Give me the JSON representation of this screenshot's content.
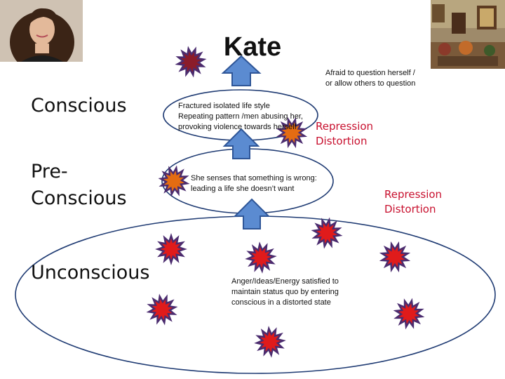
{
  "title": "Kate",
  "levels": {
    "conscious": "Conscious",
    "preconscious_line1": "Pre-",
    "preconscious_line2": "Conscious",
    "unconscious": "Unconscious"
  },
  "notes": {
    "top_right_line1": "Afraid to question herself /",
    "top_right_line2": "or allow others to question",
    "conscious_line1": "Fractured isolated life style",
    "conscious_line2": "Repeating pattern /men abusing her,",
    "conscious_line3": "provoking violence towards herself",
    "preconscious_line1": "She senses that something is wrong:",
    "preconscious_line2": "leading a life she doesn’t want",
    "unconscious_line1": "Anger/Ideas/Energy satisfied to",
    "unconscious_line2": "maintain status quo by entering",
    "unconscious_line3": "conscious in a distorted state"
  },
  "labels": {
    "repression_upper": "Repression",
    "distortion_upper": "Distortion",
    "repression_right": "Repression",
    "distortion_right": "Distortion"
  },
  "colors": {
    "ellipse_stroke": "#1f3b73",
    "arrow_fill": "#5b8bd1",
    "arrow_stroke": "#2e5597",
    "burst_red": "#e01b1b",
    "burst_orange": "#e46c12",
    "burst_maroon": "#8b1c2a",
    "burst_outline": "#4b2c6f",
    "label_red": "#c8102e"
  },
  "icons": {
    "portrait": "portrait-photo",
    "room": "room-photo",
    "burst": "starburst-icon",
    "arrow": "up-arrow-icon"
  }
}
